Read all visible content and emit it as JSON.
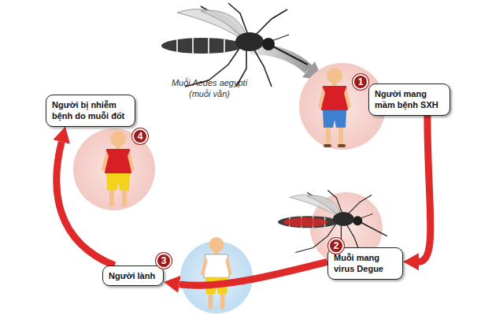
{
  "diagram": {
    "nodes": [
      {
        "text": [
          "Người mang mầm bệnh SXH"
        ]
      },
      {
        "text": [
          "Muỗi mang virus Degue"
        ]
      },
      {
        "text": [
          "Người lành"
        ]
      },
      {
        "text": [
          "Người bị nhiễm bệnh do muỗi đốt"
        ]
      }
    ],
    "edges": [
      {
        "from": 0,
        "to": 1,
        "arrow": "to"
      },
      {
        "from": 1,
        "to": 2,
        "arrow": "to"
      },
      {
        "from": 2,
        "to": 3,
        "arrow": "to"
      }
    ],
    "labels": [
      "Muỗi Aedes aegypti (muỗi vằn)",
      "1",
      "2",
      "3",
      "4"
    ]
  }
}
